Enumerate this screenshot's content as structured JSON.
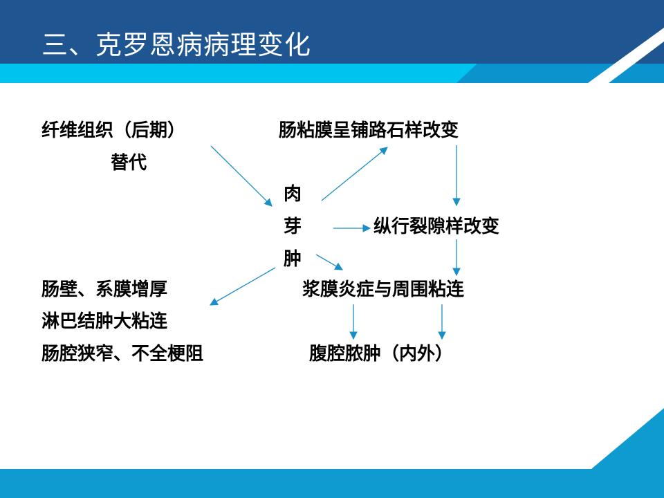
{
  "slide": {
    "title": "三、克罗恩病病理变化"
  },
  "colors": {
    "header_dark": "#1f5590",
    "header_light": "#00a9e0",
    "accent_cyan": "#00c4f0",
    "footer": "#0f9bd0",
    "arrow": "#1a8fc6"
  },
  "diagram": {
    "n_fibrous_1": "纤维组织（后期）",
    "n_fibrous_2": "替代",
    "n_cobblestone": "肠粘膜呈铺路石样改变",
    "n_granuloma_1": "肉",
    "n_granuloma_2": "芽",
    "n_granuloma_3": "肿",
    "n_fissure": "纵行裂隙样改变",
    "n_wall_1": "肠壁、系膜增厚",
    "n_wall_2": "淋巴结肿大粘连",
    "n_serosa": "浆膜炎症与周围粘连",
    "n_stenosis": "肠腔狭窄、不全梗阻",
    "n_abscess": "腹腔脓肿（内外）"
  }
}
